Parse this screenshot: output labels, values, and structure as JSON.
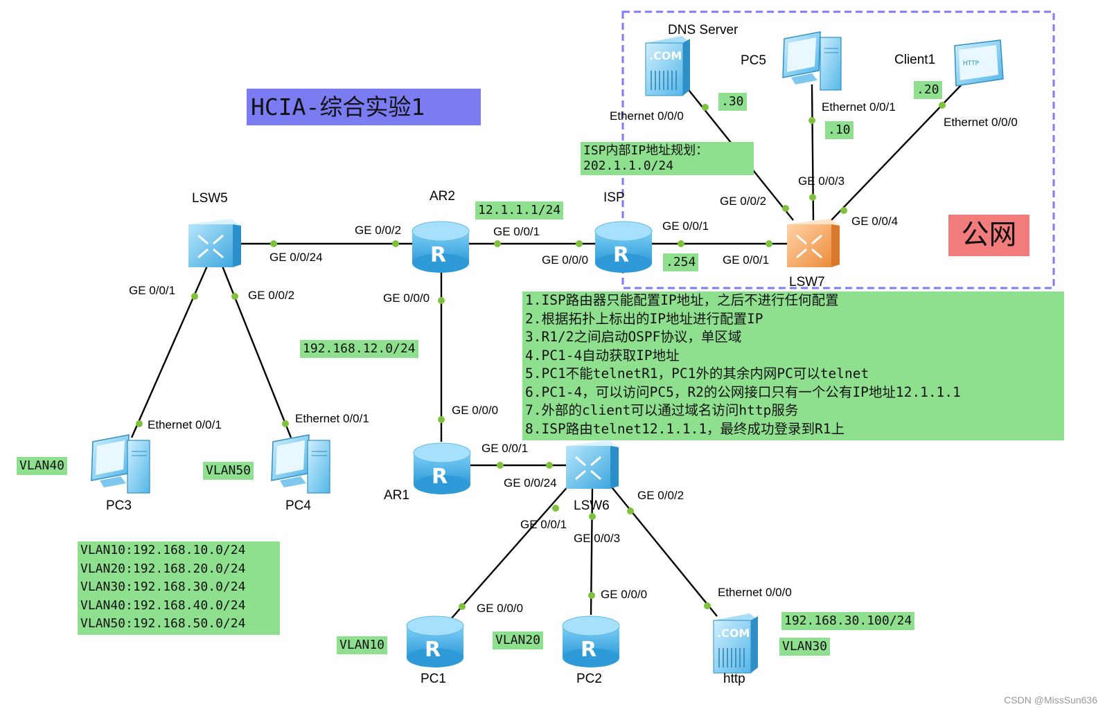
{
  "title": "HCIA-综合实验1",
  "public_net_label": "公网",
  "watermark": "CSDN @MissSun636",
  "nodes": {
    "dns": "DNS Server",
    "pc5": "PC5",
    "client1": "Client1",
    "lsw5": "LSW5",
    "ar2": "AR2",
    "isp": "ISP",
    "lsw7": "LSW7",
    "pc3": "PC3",
    "pc4": "PC4",
    "ar1": "AR1",
    "lsw6": "LSW6",
    "pc1": "PC1",
    "pc2": "PC2",
    "http": "http"
  },
  "ports": {
    "dns_eth": "Ethernet 0/0/0",
    "pc5_eth": "Ethernet 0/0/1",
    "client1_eth": "Ethernet 0/0/0",
    "lsw7_g3": "GE 0/0/3",
    "lsw7_g2": "GE 0/0/2",
    "lsw7_g4": "GE 0/0/4",
    "isp_g1": "GE 0/0/1",
    "lsw7_g1": "GE 0/0/1",
    "ar2_g2": "GE 0/0/2",
    "ar2_g1": "GE 0/0/1",
    "lsw5_g24": "GE 0/0/24",
    "isp_g0": "GE 0/0/0",
    "ar2_g0": "GE 0/0/0",
    "lsw5_g1": "GE 0/0/1",
    "lsw5_g2": "GE 0/0/2",
    "pc3_eth": "Ethernet 0/0/1",
    "pc4_eth": "Ethernet 0/0/1",
    "ar1_g0": "GE 0/0/0",
    "ar1_g1": "GE 0/0/1",
    "lsw6_g24": "GE 0/0/24",
    "lsw6_g2": "GE 0/0/2",
    "lsw6_g1": "GE 0/0/1",
    "lsw6_g3": "GE 0/0/3",
    "pc1_g0": "GE 0/0/0",
    "pc2_g0": "GE 0/0/0",
    "http_eth": "Ethernet 0/0/0"
  },
  "tags": {
    "dns_ip": ".30",
    "pc5_ip": ".10",
    "client1_ip": ".20",
    "isp_ip": ".254",
    "ar2_ip": "12.1.1.1/24",
    "isp_plan_1": "ISP内部IP地址规划：",
    "isp_plan_2": "202.1.1.0/24",
    "link_net": "192.168.12.0/24",
    "vlan40": "VLAN40",
    "vlan50": "VLAN50",
    "vlan10": "VLAN10",
    "vlan20": "VLAN20",
    "vlan30": "VLAN30",
    "http_ip": "192.168.30.100/24"
  },
  "vlan_list": [
    "VLAN10:192.168.10.0/24",
    "VLAN20:192.168.20.0/24",
    "VLAN30:192.168.30.0/24",
    "VLAN40:192.168.40.0/24",
    "VLAN50:192.168.50.0/24"
  ],
  "requirements": [
    "1.ISP路由器只能配置IP地址，之后不进行任何配置",
    "2.根据拓扑上标出的IP地址进行配置IP",
    "3.R1/2之间启动OSPF协议，单区域",
    "4.PC1-4自动获取IP地址",
    "5.PC1不能telnetR1，PC1外的其余内网PC可以telnet",
    "6.PC1-4，可以访问PC5，R2的公网接口只有一个公有IP地址12.1.1.1",
    "7.外部的client可以通过域名访问http服务",
    "8.ISP路由telnet12.1.1.1，最终成功登录到R1上"
  ],
  "colors": {
    "tag_green": "#8ee08e",
    "title_purple": "#7b7bf2",
    "public_red": "#f27b7b",
    "dashed_border": "#7b7bf2",
    "link_dot": "#7dc23a",
    "router_blue": "#4fb3ea",
    "switch_orange": "#f5a25d"
  }
}
